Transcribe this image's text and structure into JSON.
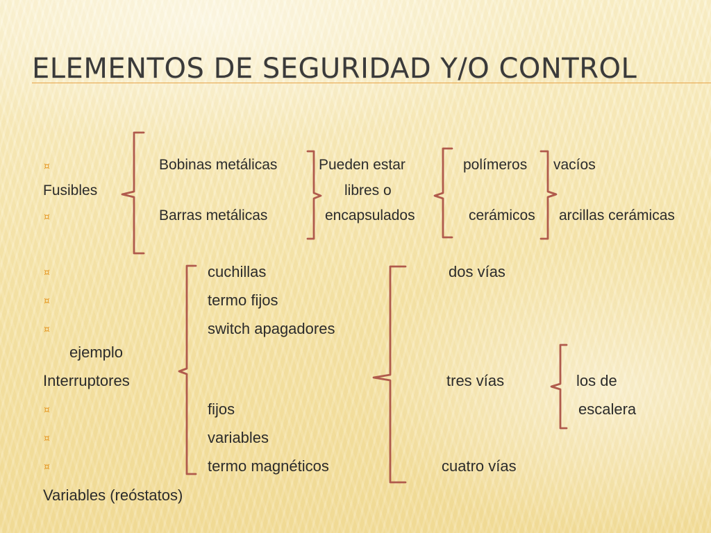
{
  "title": "Elementos de seguridad y/o control",
  "bullet_icon": "x-bullet-icon",
  "accent_color": "#e69c2c",
  "bracket_color": "#b05a4c",
  "fusibles": {
    "label": "Fusibles",
    "types": [
      "Bobinas metálicas",
      "Barras metálicas"
    ],
    "state": [
      "Pueden estar",
      "libres o",
      "encapsulados"
    ],
    "materials": [
      "polímeros",
      "cerámicos"
    ],
    "fillings": [
      "vacíos",
      "arcillas cerámicas"
    ]
  },
  "interruptores": {
    "label": "Interruptores",
    "example_label": "ejemplo",
    "types": [
      "cuchillas",
      "termo fijos",
      "switch apagadores",
      "fijos",
      "variables",
      "termo magnéticos"
    ],
    "ways": [
      "dos vías",
      "tres vías",
      "cuatro vías"
    ],
    "tres_vias_detail": [
      "los de",
      "escalera"
    ]
  },
  "variables": "Variables (reóstatos)"
}
